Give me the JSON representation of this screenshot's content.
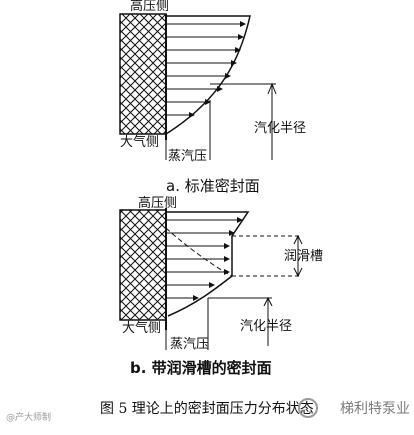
{
  "figure_title": "图 5   理论上的密封面压力分布状态",
  "panel_a": {
    "high_pressure_label": "高压侧",
    "atmosphere_label": "大气侧",
    "steam_pressure_label": "蒸汽压",
    "vapor_radius_label": "汽化半径",
    "caption": "a.   标准密封面"
  },
  "panel_b": {
    "high_pressure_label": "高压侧",
    "atmosphere_label": "大气侧",
    "steam_pressure_label": "蒸汽压",
    "vapor_radius_label": "汽化半径",
    "groove_label": "润滑槽",
    "caption": "b.   带润滑槽的密封面"
  },
  "watermark": {
    "left": "@产大师制",
    "right": "梯利特泵业"
  }
}
